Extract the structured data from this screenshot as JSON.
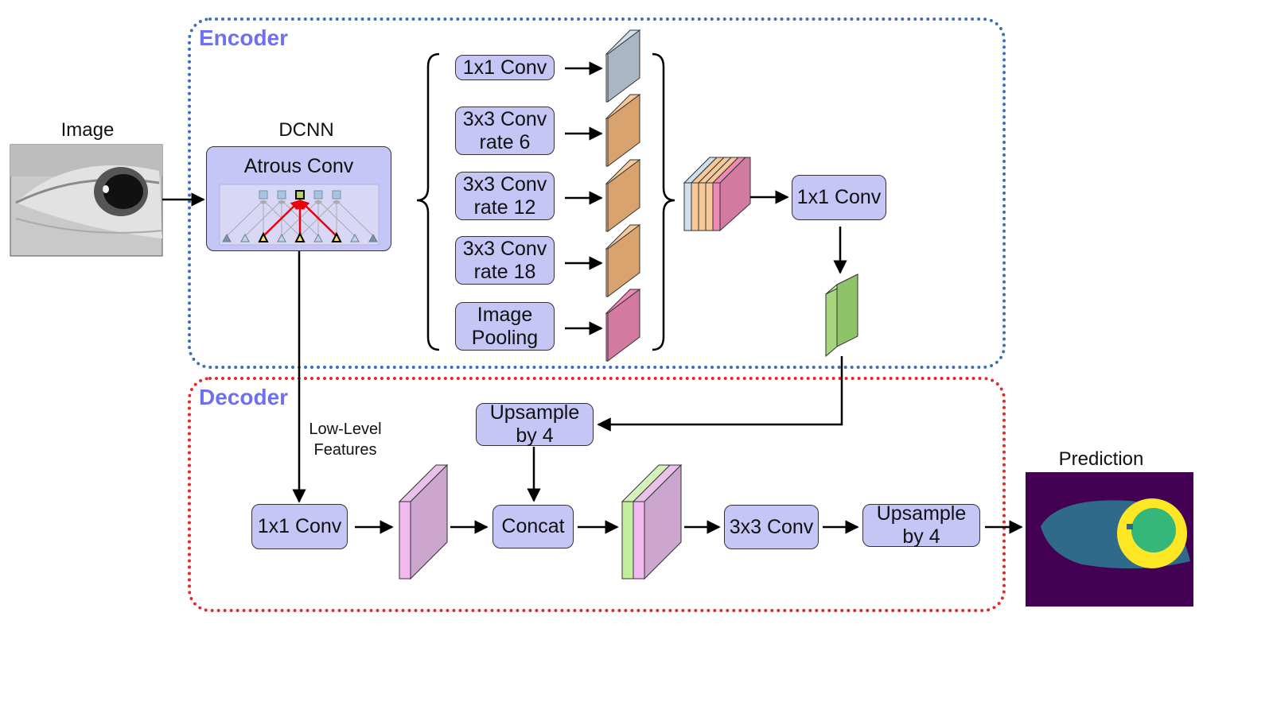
{
  "encoder": {
    "title": "Encoder"
  },
  "decoder": {
    "title": "Decoder"
  },
  "input": {
    "label": "Image"
  },
  "dcnn": {
    "label": "DCNN",
    "block": "Atrous Conv"
  },
  "aspp": {
    "branches": [
      {
        "line1": "1x1 Conv",
        "line2": "",
        "color": "#a9b6c4",
        "front": "#cfe0ec"
      },
      {
        "line1": "3x3 Conv",
        "line2": "rate 6",
        "color": "#d8a36f",
        "front": "#f7c99a"
      },
      {
        "line1": "3x3 Conv",
        "line2": "rate 12",
        "color": "#d8a36f",
        "front": "#f7c99a"
      },
      {
        "line1": "3x3 Conv",
        "line2": "rate 18",
        "color": "#d8a36f",
        "front": "#f7c99a"
      },
      {
        "line1": "Image",
        "line2": "Pooling",
        "color": "#d27aa0",
        "front": "#ee88b4"
      }
    ]
  },
  "encoder_conv": {
    "label": "1x1 Conv"
  },
  "low_level": {
    "line1": "Low-Level",
    "line2": "Features"
  },
  "decoder_blocks": {
    "conv1x1": "1x1 Conv",
    "upsample1_line1": "Upsample",
    "upsample1_line2": "by 4",
    "concat": "Concat",
    "conv3x3": "3x3 Conv",
    "upsample2_line1": "Upsample",
    "upsample2_line2": "by 4"
  },
  "output": {
    "label": "Prediction"
  },
  "colors": {
    "encoder_border": "#3f6fb2",
    "decoder_border": "#e8272c",
    "title_color": "#6f6ff2",
    "op_fill": "#c6c6f6",
    "green_feature": "#a6d57e",
    "pink_feature": "#cda6d0",
    "pred_background": "#440154",
    "pred_sclera": "#2f6a8b",
    "pred_iris": "#fde725",
    "pred_pupil": "#35b779"
  }
}
